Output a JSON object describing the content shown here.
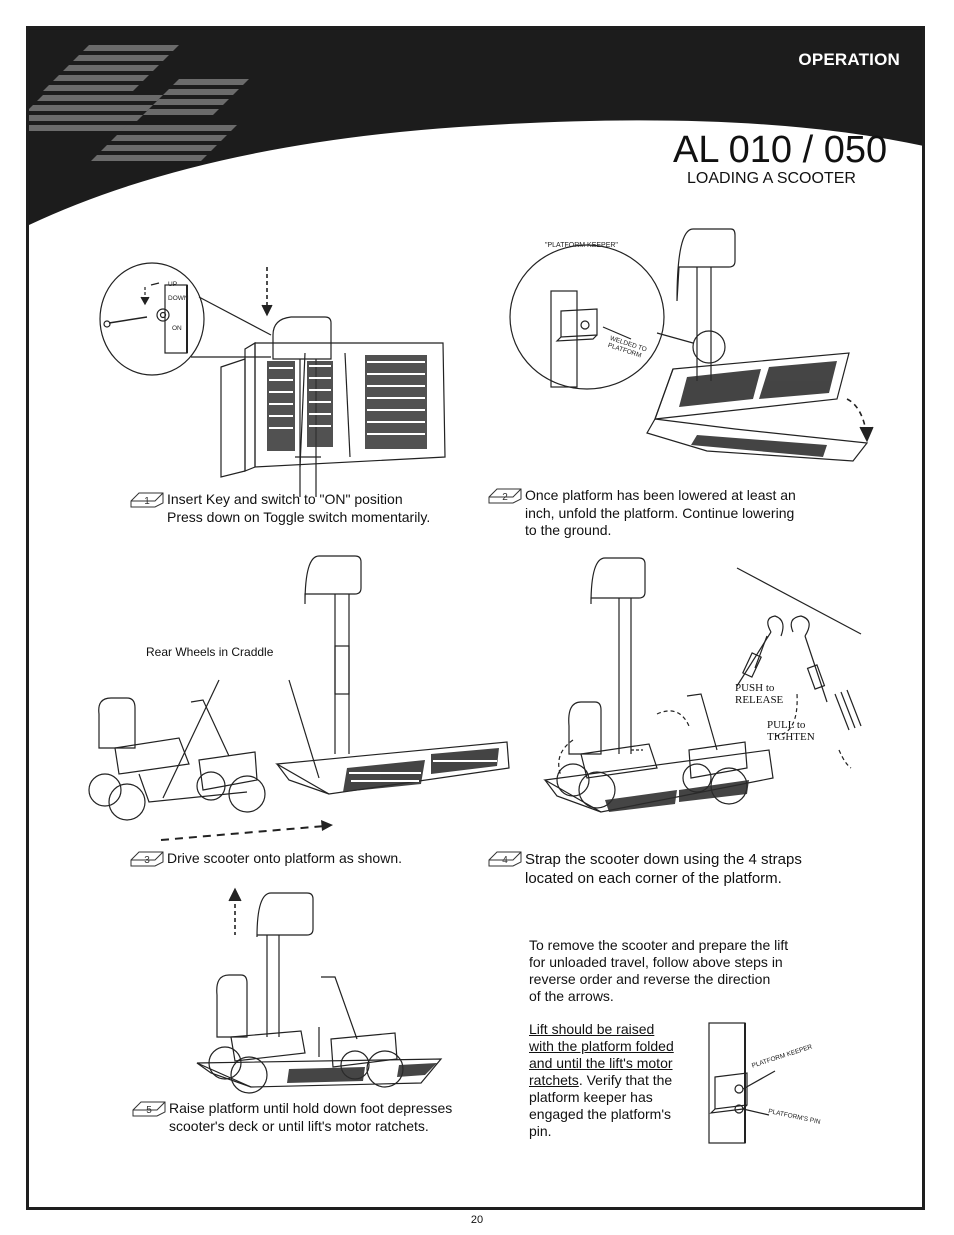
{
  "header": {
    "section": "OPERATION",
    "model": "AL 010 / 050",
    "subtitle": "LOADING A SCOOTER"
  },
  "steps": [
    {
      "number": "1",
      "lines": [
        "Insert Key and switch to \"ON\" position",
        "Press down on Toggle switch momentarily."
      ]
    },
    {
      "number": "2",
      "lines": [
        "Once platform has been lowered at least an",
        "inch, unfold the platform.  Continue lowering",
        "to the ground."
      ]
    },
    {
      "number": "3",
      "lines": [
        "Drive scooter onto platform as shown."
      ]
    },
    {
      "number": "4",
      "lines": [
        "Strap the scooter down using the 4 straps",
        "located on each corner of the platform."
      ]
    },
    {
      "number": "5",
      "lines": [
        "Raise platform until hold down foot depresses",
        "scooter's deck or until lift's motor ratchets."
      ]
    }
  ],
  "labels": {
    "platform_keeper_quote": "\"PLATFORM KEEPER\"",
    "welded_to": "WELDED TO",
    "platform": "PLATFORM",
    "rear_wheels": "Rear Wheels in Craddle",
    "push_to": "PUSH to",
    "release": "RELEASE",
    "pull_to": "PULL to",
    "tighten": "TIGHTEN",
    "switch_up": "UP",
    "switch_down": "DOWN",
    "switch_on": "ON",
    "platform_keeper": "PLATFORM KEEPER",
    "platforms_pin": "PLATFORM'S PIN"
  },
  "notes": {
    "remove_lines": [
      "To remove the scooter and prepare the lift",
      "for unloaded travel, follow above steps in",
      "reverse order and reverse the direction",
      "of the arrows."
    ],
    "raise_underlined": [
      "Lift should be raised",
      "with the platform folded",
      "and until the lift's motor",
      "ratchets"
    ],
    "raise_rest_first": ". Verify that the",
    "raise_rest": [
      "platform keeper has",
      "engaged the platform's",
      "pin."
    ]
  },
  "page_number": "20"
}
